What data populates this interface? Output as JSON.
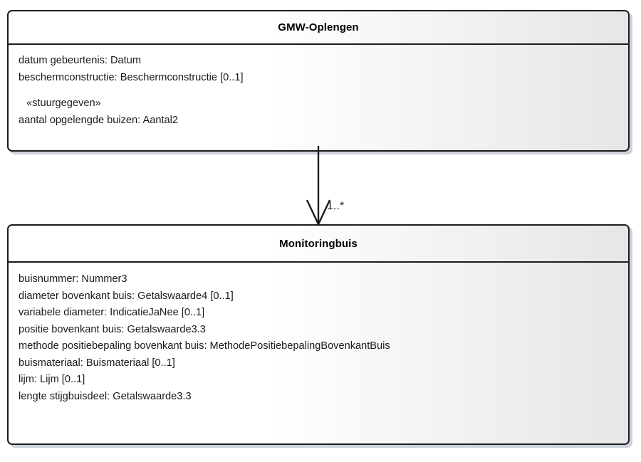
{
  "diagram": {
    "type": "uml-class-diagram",
    "background_color": "#ffffff",
    "border_color": "#1c1c1c",
    "shadow_color": "#ccd1dd",
    "classes": [
      {
        "id": "gmw-oplengen",
        "name": "GMW-Oplengen",
        "attributes": [
          {
            "text": "datum gebeurtenis: Datum",
            "style": "normal"
          },
          {
            "text": "beschermconstructie: Beschermconstructie [0..1]",
            "style": "normal"
          },
          {
            "text": "«stuurgegeven»",
            "style": "stereotype"
          },
          {
            "text": "aantal opgelengde buizen: Aantal2",
            "style": "normal"
          }
        ]
      },
      {
        "id": "monitoringbuis",
        "name": "Monitoringbuis",
        "attributes": [
          {
            "text": "buisnummer: Nummer3",
            "style": "normal"
          },
          {
            "text": "diameter bovenkant buis: Getalswaarde4 [0..1]",
            "style": "normal"
          },
          {
            "text": "variabele diameter: IndicatieJaNee [0..1]",
            "style": "normal"
          },
          {
            "text": "positie bovenkant buis: Getalswaarde3.3",
            "style": "normal"
          },
          {
            "text": "methode positiebepaling bovenkant buis: MethodePositiebepalingBovenkantBuis",
            "style": "normal"
          },
          {
            "text": "buismateriaal: Buismateriaal [0..1]",
            "style": "normal"
          },
          {
            "text": "lijm: Lijm [0..1]",
            "style": "normal"
          },
          {
            "text": "lengte stijgbuisdeel: Getalswaarde3.3",
            "style": "normal"
          }
        ]
      }
    ],
    "connector": {
      "kind": "association-arrow",
      "icon": "open-arrowhead-down-icon",
      "source_class": "GMW-Oplengen",
      "target_class": "Monitoringbuis",
      "target_multiplicity": "1..*"
    }
  }
}
